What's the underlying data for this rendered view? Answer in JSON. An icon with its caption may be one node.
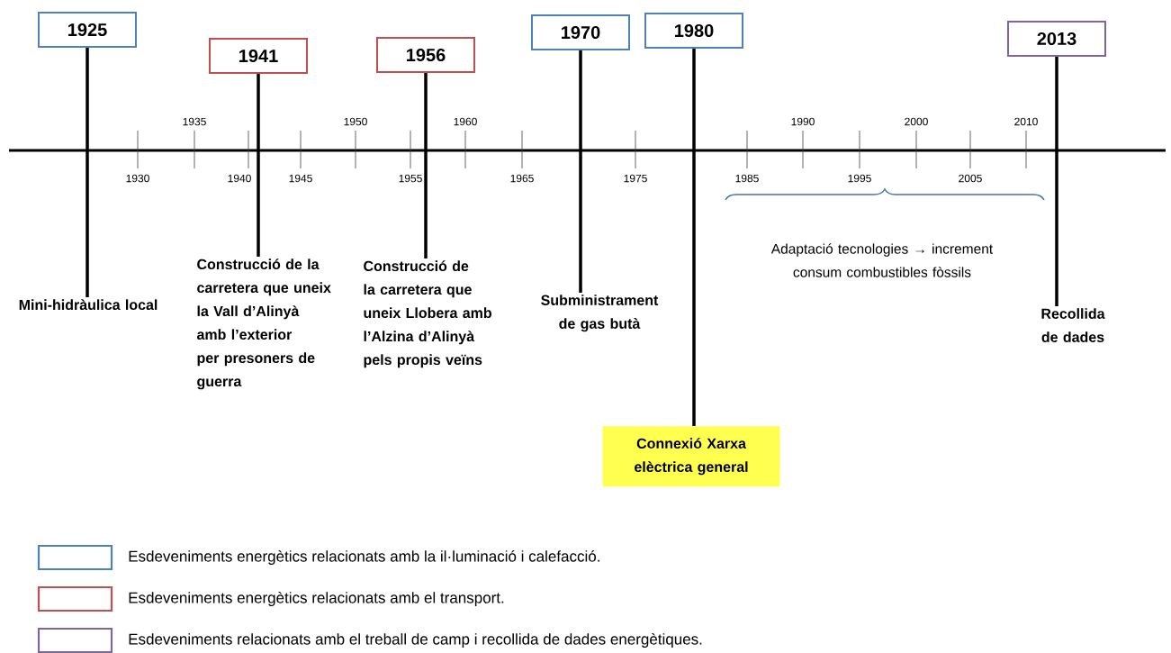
{
  "diagram": {
    "nodes": [
      {
        "text": [
          "1925"
        ]
      },
      {
        "text": [
          "1941"
        ]
      },
      {
        "text": [
          "1956"
        ]
      },
      {
        "text": [
          "1970"
        ]
      },
      {
        "text": [
          "1980"
        ]
      },
      {
        "text": [
          "2013"
        ]
      },
      {
        "text": [
          "Mini-hidràulica local"
        ]
      },
      {
        "text": [
          "Construcció de la carretera que uneix la Vall d’Alinyà amb l’exterior per presoners de guerra"
        ]
      },
      {
        "text": [
          "Construcció de la carretera que uneix Llobera amb l’Alzina d’Alinyà pels propis veïns"
        ]
      },
      {
        "text": [
          "Subministrament de gas butà"
        ]
      },
      {
        "text": [
          "Connexió Xarxa elèctrica general"
        ]
      },
      {
        "text": [
          "Recollida de dades"
        ]
      }
    ],
    "edges": [
      {
        "from": 0,
        "to": 6,
        "arrow": "none"
      },
      {
        "from": 1,
        "to": 7,
        "arrow": "none"
      },
      {
        "from": 2,
        "to": 8,
        "arrow": "none"
      },
      {
        "from": 3,
        "to": 9,
        "arrow": "none"
      },
      {
        "from": 4,
        "to": 10,
        "arrow": "none"
      },
      {
        "from": 5,
        "to": 11,
        "arrow": "none"
      }
    ],
    "labels": [
      "1930",
      "1935",
      "1940",
      "1945",
      "1950",
      "1955",
      "1960",
      "1965",
      "1975",
      "1985",
      "1990",
      "1995",
      "2000",
      "2005",
      "2010",
      "Adaptació tecnologies → increment consum combustibles fòssils"
    ],
    "legend": [
      {
        "text": "Esdeveniments energètics relacionats amb la il·luminació i calefacció.",
        "color": "#4f81bd"
      },
      {
        "text": "Esdeveniments energètics relacionats amb el transport.",
        "color": "#c0504d"
      },
      {
        "text": "Esdeveniments relacionats amb el treball de camp i recollida de dades energètiques.",
        "color": "#8064a2"
      }
    ]
  }
}
